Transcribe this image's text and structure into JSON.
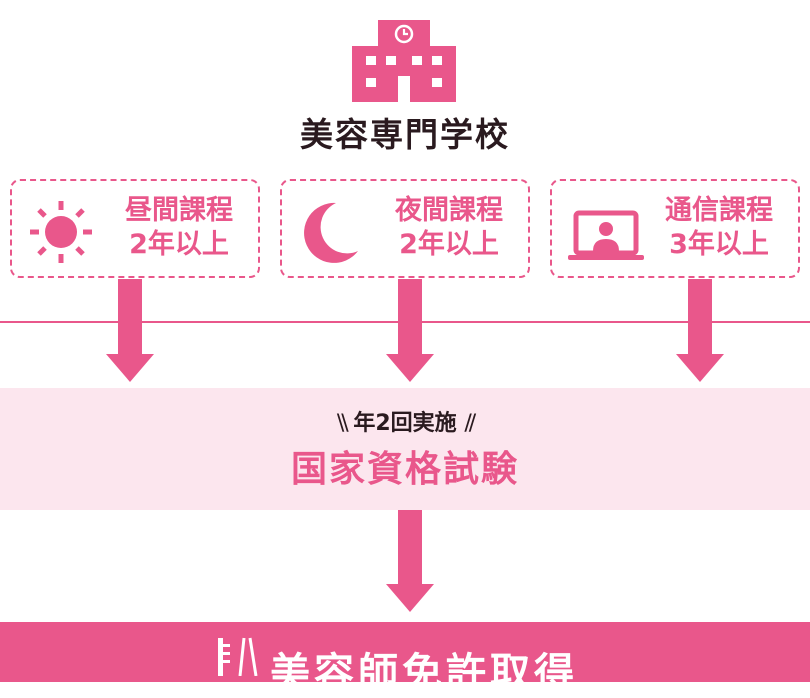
{
  "school": {
    "icon": "school-building-icon",
    "title": "美容専門学校"
  },
  "courses": [
    {
      "name": "昼間課程",
      "duration": "2年以上",
      "icon": "sun-icon"
    },
    {
      "name": "夜間課程",
      "duration": "2年以上",
      "icon": "moon-icon"
    },
    {
      "name": "通信課程",
      "duration": "3年以上",
      "icon": "laptop-user-icon"
    }
  ],
  "exam": {
    "frequency": "年2回実施",
    "title": "国家資格試験"
  },
  "license": {
    "icon": "comb-scissors-icon",
    "title": "美容師免許取得"
  },
  "colors": {
    "accent": "#e9578b",
    "band": "#fce6ee",
    "text": "#2a1a1f"
  }
}
